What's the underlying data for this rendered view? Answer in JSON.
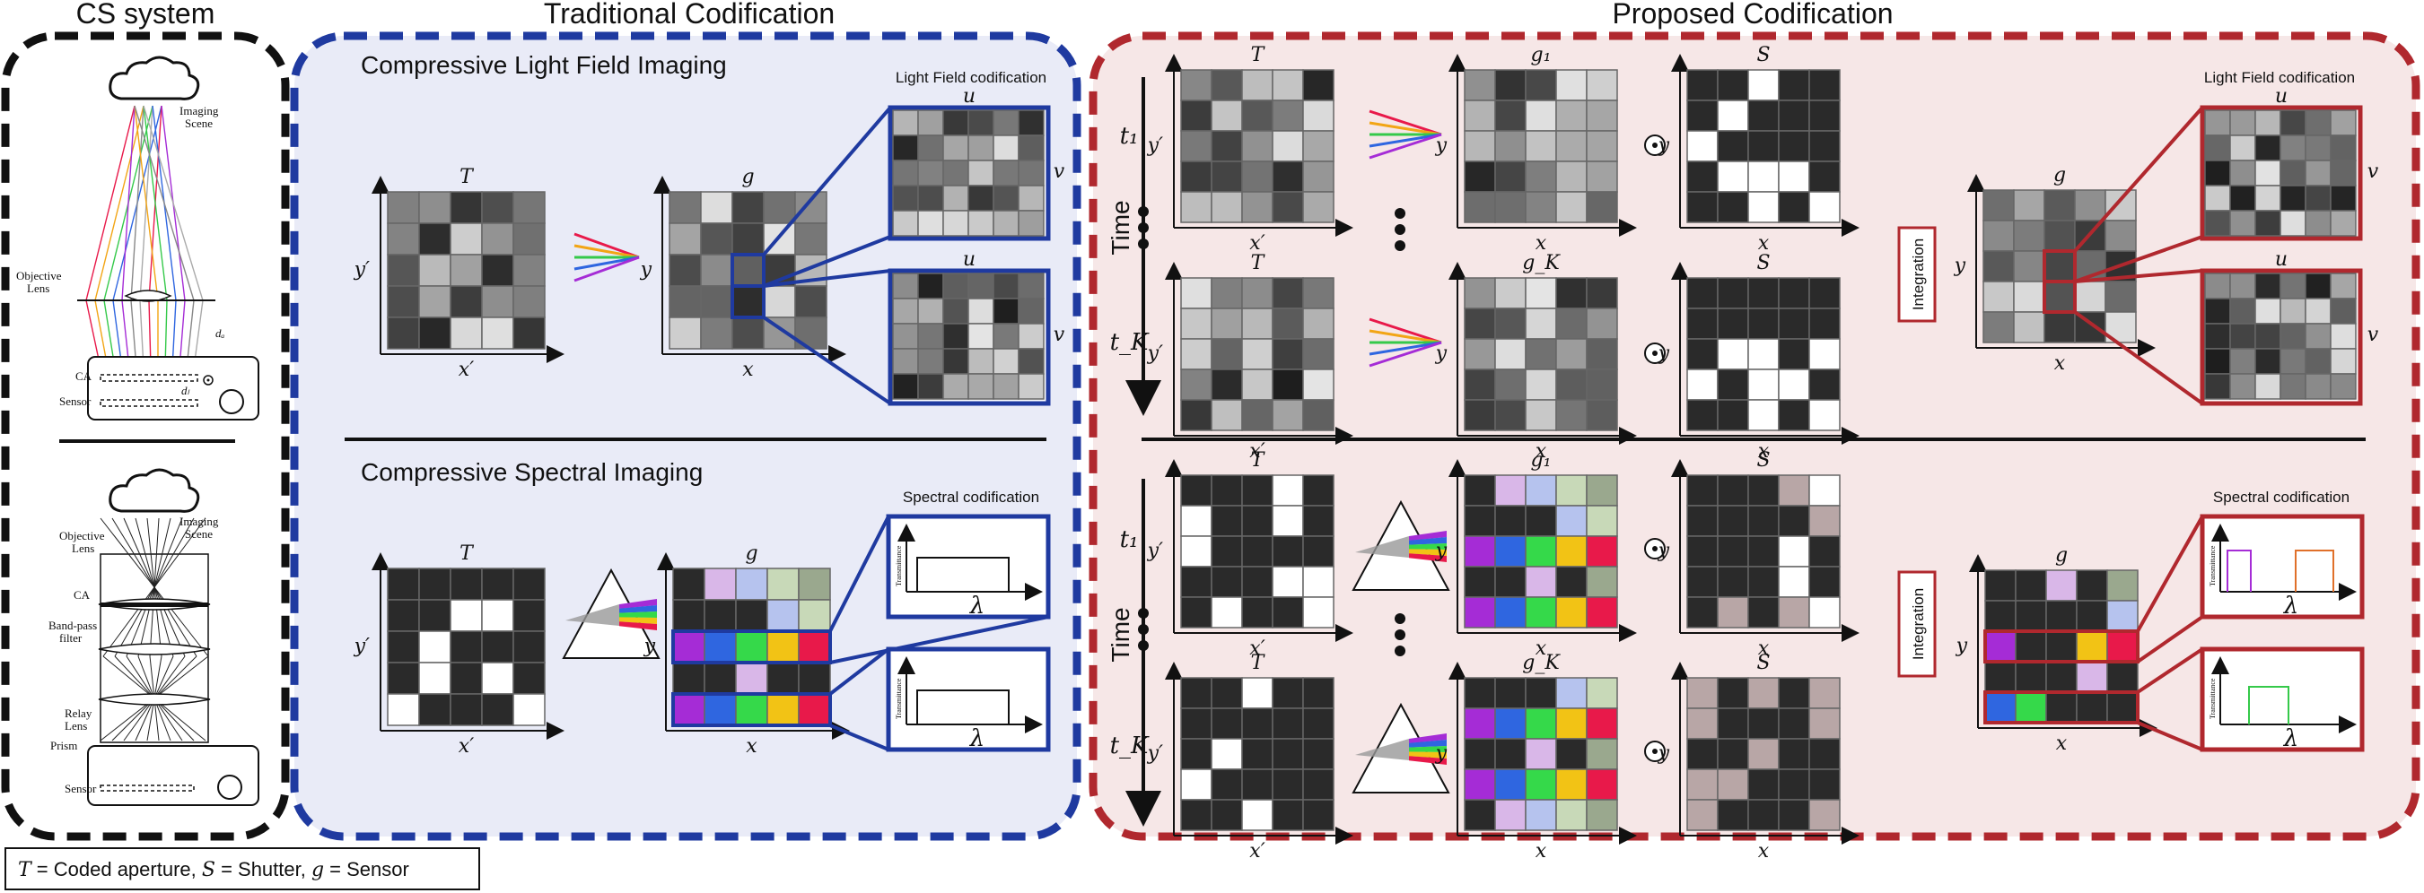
{
  "headers": {
    "cs_system": "CS system",
    "traditional": "Traditional Codification",
    "proposed": "Proposed Codification"
  },
  "subtitles": {
    "light_field": "Compressive Light Field Imaging",
    "spectral": "Compressive Spectral Imaging"
  },
  "codification_labels": {
    "light_field": "Light Field codification",
    "spectral": "Spectral codification"
  },
  "integration_label": "Integration",
  "time_label": "Time",
  "math": {
    "T": "T",
    "g": "g",
    "g1": "g₁",
    "gK": "g_K",
    "S": "S",
    "y": "y",
    "yp": "y′",
    "x": "x",
    "xp": "x′",
    "u": "u",
    "v": "v",
    "lambda": "λ",
    "t1": "t₁",
    "tK": "t_K",
    "odot": "⊙"
  },
  "system_labels": {
    "imaging_scene": "Imaging\nScene",
    "objective_lens": "Objective\nLens",
    "ca": "CA",
    "sensor": "Sensor",
    "da": "d_a",
    "dl": "d_l",
    "band_pass": "Band-pass\nfilter",
    "relay_lens": "Relay\nLens",
    "prism": "Prism",
    "transmittance": "Transmittance"
  },
  "legend": {
    "T_sym": "T",
    "T_text": " = Coded aperture,  ",
    "S_sym": "S",
    "S_text": " = Shutter,  ",
    "g_sym": "g",
    "g_text": " = Sensor"
  },
  "colors": {
    "black_frame": "#111111",
    "blue_frame": "#1f3aa0",
    "blue_bg": "#e9ebf7",
    "red_frame": "#b0282e",
    "red_bg": "#f6e7e7",
    "spectral": [
      "#a52cd6",
      "#2f66e0",
      "#35d94a",
      "#f2c315",
      "#e8194a"
    ]
  }
}
